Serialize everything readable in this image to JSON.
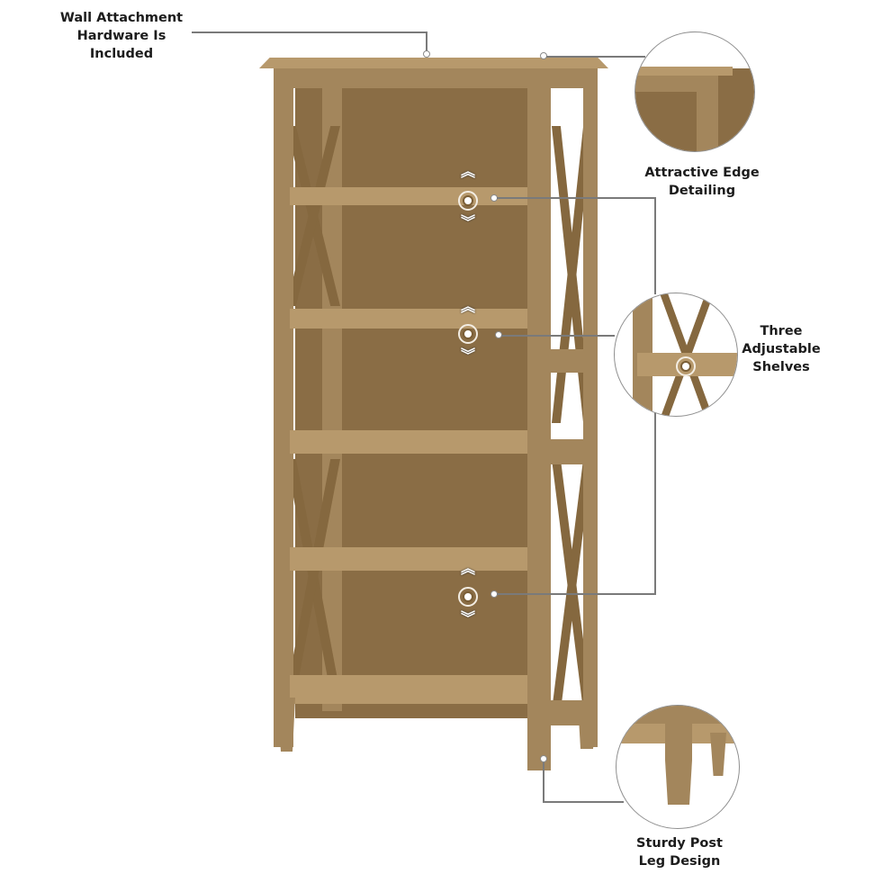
{
  "callouts": {
    "wall_attachment": {
      "lines": [
        "Wall Attachment",
        "Hardware Is",
        "Included"
      ]
    },
    "edge_detailing": {
      "lines": [
        "Attractive Edge",
        "Detailing"
      ]
    },
    "adjustable_shelves": {
      "lines": [
        "Three",
        "Adjustable",
        "Shelves"
      ]
    },
    "post_leg": {
      "lines": [
        "Sturdy Post",
        "Leg Design"
      ]
    }
  },
  "shelf_markers": {
    "up_glyph": "︽",
    "down_glyph": "︾",
    "count": 3
  },
  "colors": {
    "wood": "#a3865c",
    "wood_dark": "#85683f",
    "wood_back": "#8a6d45",
    "callout_line": "#7a7a7a",
    "text": "#1c1c1c"
  }
}
